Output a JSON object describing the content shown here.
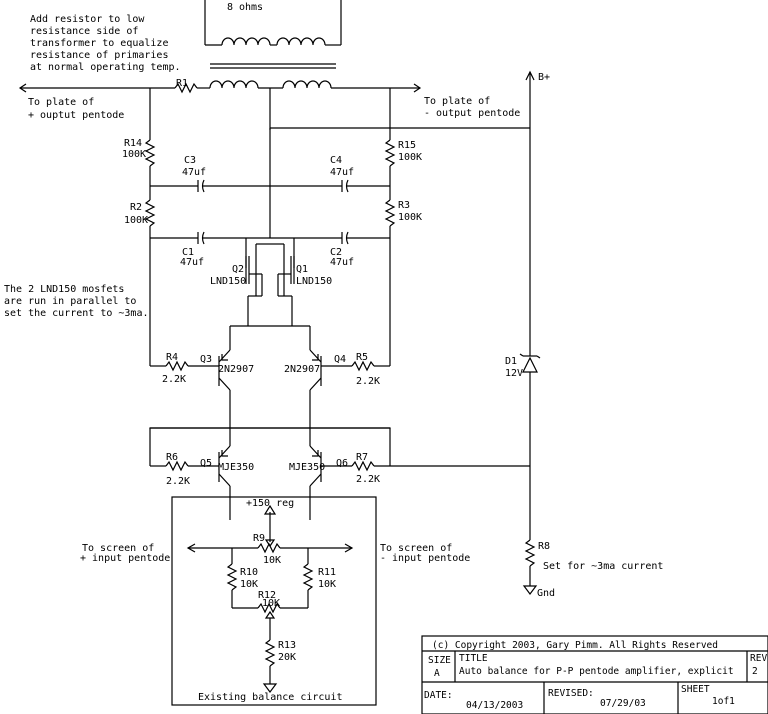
{
  "transformer": {
    "secondary": "8 ohms",
    "note": [
      "Add resistor to low",
      "resistance side of",
      "transformer to equalize",
      "resistance of primaries",
      "at normal operating temp."
    ]
  },
  "labels": {
    "plate_plus": [
      "To plate of",
      "+ ouptut pentode"
    ],
    "plate_minus": [
      "To plate of",
      "- output pentode"
    ],
    "bplus": "B+",
    "mosfet_note": [
      "The 2 LND150 mosfets",
      "are run in parallel to",
      "set the current to ~3ma."
    ],
    "screen_plus": [
      "To screen of",
      "+ input pentode"
    ],
    "screen_minus": [
      "To screen of",
      "- input pentode"
    ],
    "reg": "+150 reg",
    "r8_note": "Set for ~3ma current",
    "gnd": "Gnd",
    "balance": "Existing balance circuit"
  },
  "components": {
    "R1": {
      "ref": "R1",
      "value": ""
    },
    "R14": {
      "ref": "R14",
      "value": "100K"
    },
    "R15": {
      "ref": "R15",
      "value": "100K"
    },
    "R2": {
      "ref": "R2",
      "value": "100K"
    },
    "R3": {
      "ref": "R3",
      "value": "100K"
    },
    "C3": {
      "ref": "C3",
      "value": "47uf"
    },
    "C4": {
      "ref": "C4",
      "value": "47uf"
    },
    "C1": {
      "ref": "C1",
      "value": "47uf"
    },
    "C2": {
      "ref": "C2",
      "value": "47uf"
    },
    "Q2": {
      "ref": "Q2",
      "value": "LND150"
    },
    "Q1": {
      "ref": "Q1",
      "value": "LND150"
    },
    "R4": {
      "ref": "R4",
      "value": "2.2K"
    },
    "R5": {
      "ref": "R5",
      "value": "2.2K"
    },
    "Q3": {
      "ref": "Q3",
      "value": "2N2907"
    },
    "Q4": {
      "ref": "Q4",
      "value": "2N2907"
    },
    "D1": {
      "ref": "D1",
      "value": "12V"
    },
    "R6": {
      "ref": "R6",
      "value": "2.2K"
    },
    "R7": {
      "ref": "R7",
      "value": "2.2K"
    },
    "Q5": {
      "ref": "Q5",
      "value": "MJE350"
    },
    "Q6": {
      "ref": "Q6",
      "value": "MJE350"
    },
    "R8": {
      "ref": "R8",
      "value": ""
    },
    "R9": {
      "ref": "R9",
      "value": "10K"
    },
    "R10": {
      "ref": "R10",
      "value": "10K"
    },
    "R11": {
      "ref": "R11",
      "value": "10K"
    },
    "R12": {
      "ref": "R12",
      "value": "10K"
    },
    "R13": {
      "ref": "R13",
      "value": "20K"
    }
  },
  "title_block": {
    "copyright": "(c) Copyright 2003, Gary Pimm. All Rights Reserved",
    "size_label": "SIZE",
    "size": "A",
    "title_label": "TITLE",
    "title": "Auto balance for P-P pentode amplifier, explicit",
    "rev_label": "REV",
    "rev": "2",
    "date_label": "DATE:",
    "date": "04/13/2003",
    "revised_label": "REVISED:",
    "revised": "07/29/03",
    "sheet_label": "SHEET",
    "sheet": "1of1"
  }
}
